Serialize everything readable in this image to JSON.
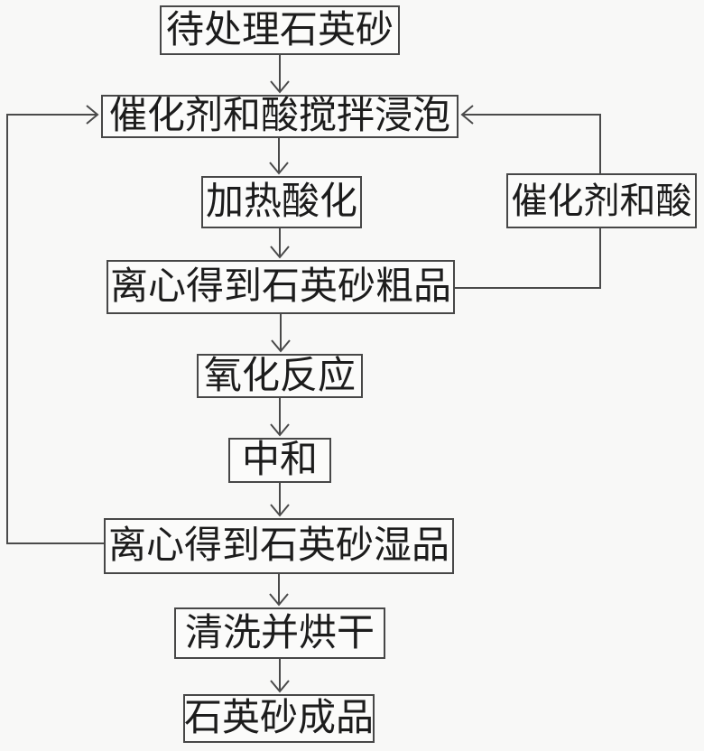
{
  "flowchart": {
    "nodes": {
      "raw": {
        "label": "待处理石英砂"
      },
      "soak": {
        "label": "催化剂和酸搅拌浸泡"
      },
      "heat": {
        "label": "加热酸化"
      },
      "centrifuge_crude": {
        "label": "离心得到石英砂粗品"
      },
      "oxidation": {
        "label": "氧化反应"
      },
      "neutralize": {
        "label": "中和"
      },
      "centrifuge_wet": {
        "label": "离心得到石英砂湿品"
      },
      "wash_dry": {
        "label": "清洗并烘干"
      },
      "product": {
        "label": "石英砂成品"
      },
      "catalyst_acid": {
        "label": "催化剂和酸"
      }
    },
    "edges": [
      {
        "from": "raw",
        "to": "soak"
      },
      {
        "from": "soak",
        "to": "heat"
      },
      {
        "from": "heat",
        "to": "centrifuge_crude"
      },
      {
        "from": "centrifuge_crude",
        "to": "oxidation"
      },
      {
        "from": "oxidation",
        "to": "neutralize"
      },
      {
        "from": "neutralize",
        "to": "centrifuge_wet"
      },
      {
        "from": "centrifuge_wet",
        "to": "wash_dry"
      },
      {
        "from": "wash_dry",
        "to": "product"
      },
      {
        "from": "centrifuge_crude",
        "to": "soak",
        "via_label": "催化剂和酸",
        "side": "right"
      },
      {
        "from": "centrifuge_wet",
        "to": "soak",
        "side": "left"
      }
    ]
  },
  "colors": {
    "background": "#f8f8f7",
    "box_fill": "#fbfbfa",
    "box_border": "#474747",
    "line": "#4a4a4a",
    "text": "#1c1c1c"
  }
}
